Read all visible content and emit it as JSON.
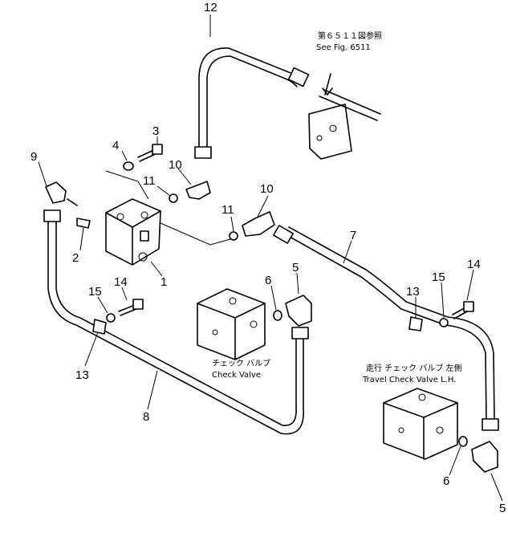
{
  "part_numbers": [
    "1",
    "2",
    "3",
    "4",
    "5",
    "5",
    "6",
    "6",
    "7",
    "8",
    "9",
    "10",
    "10",
    "11",
    "11",
    "12",
    "13",
    "13",
    "14",
    "14",
    "15",
    "15"
  ],
  "captions": {
    "fig_ref_jp": "第６５１１図参照",
    "fig_ref_en": "See Fig. 6511",
    "check_valve_jp": "チェック バルブ",
    "check_valve_en": "Check Valve",
    "travel_check_valve_jp": "走行 チェック バルブ 左側",
    "travel_check_valve_en": "Travel Check Valve L.H."
  }
}
